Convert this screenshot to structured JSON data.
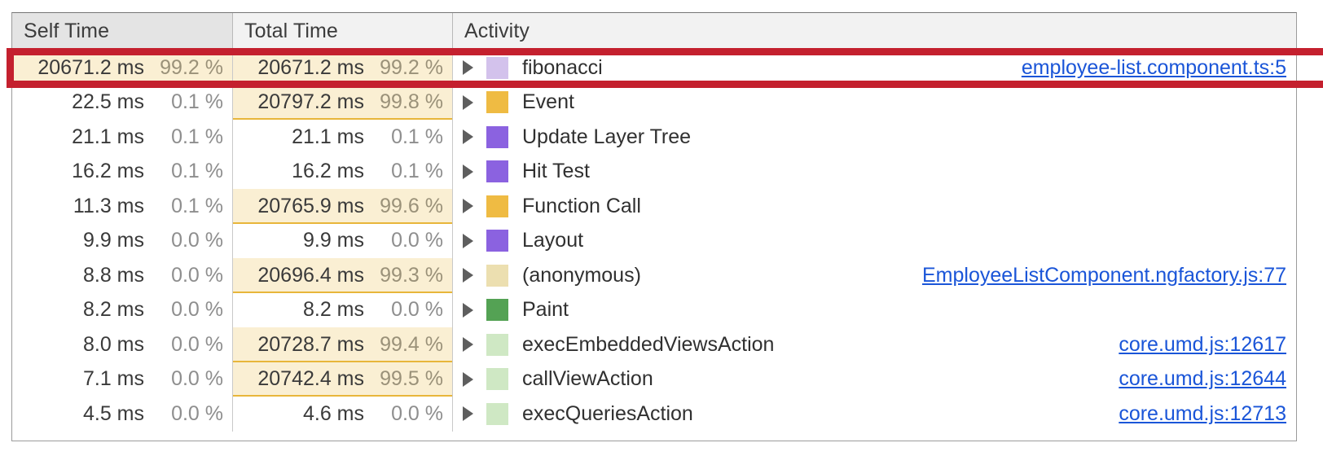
{
  "panel": {
    "name": "performance-bottom-up-table",
    "link_color": "#1a55d8",
    "highlight_color": "#c4202e",
    "bar_color": "#faefd3",
    "bar_border_color": "#e8b63a"
  },
  "columns": [
    {
      "key": "self_time",
      "label": "Self Time"
    },
    {
      "key": "total_time",
      "label": "Total Time"
    },
    {
      "key": "activity",
      "label": "Activity"
    }
  ],
  "rows": [
    {
      "self_ms": "20671.2 ms",
      "self_pct": "99.2 %",
      "self_bar": 100,
      "total_ms": "20671.2 ms",
      "total_pct": "99.2 %",
      "total_bar": 100,
      "total_bar_border": false,
      "activity": "fibonacci",
      "swatch": "#d3c2ec",
      "swatch_name": "swatch-scripting-light-purple",
      "source": "employee-list.component.ts:5",
      "highlighted": true
    },
    {
      "self_ms": "22.5 ms",
      "self_pct": "0.1 %",
      "self_bar": 0,
      "total_ms": "20797.2 ms",
      "total_pct": "99.8 %",
      "total_bar": 100,
      "total_bar_border": true,
      "activity": "Event",
      "swatch": "#efbb43",
      "swatch_name": "swatch-scripting-yellow",
      "source": "",
      "highlighted": false
    },
    {
      "self_ms": "21.1 ms",
      "self_pct": "0.1 %",
      "self_bar": 0,
      "total_ms": "21.1 ms",
      "total_pct": "0.1 %",
      "total_bar": 0,
      "total_bar_border": false,
      "activity": "Update Layer Tree",
      "swatch": "#8b62e0",
      "swatch_name": "swatch-rendering-purple",
      "source": "",
      "highlighted": false
    },
    {
      "self_ms": "16.2 ms",
      "self_pct": "0.1 %",
      "self_bar": 0,
      "total_ms": "16.2 ms",
      "total_pct": "0.1 %",
      "total_bar": 0,
      "total_bar_border": false,
      "activity": "Hit Test",
      "swatch": "#8b62e0",
      "swatch_name": "swatch-rendering-purple",
      "source": "",
      "highlighted": false
    },
    {
      "self_ms": "11.3 ms",
      "self_pct": "0.1 %",
      "self_bar": 0,
      "total_ms": "20765.9 ms",
      "total_pct": "99.6 %",
      "total_bar": 100,
      "total_bar_border": true,
      "activity": "Function Call",
      "swatch": "#efbb43",
      "swatch_name": "swatch-scripting-yellow",
      "source": "",
      "highlighted": false
    },
    {
      "self_ms": "9.9 ms",
      "self_pct": "0.0 %",
      "self_bar": 0,
      "total_ms": "9.9 ms",
      "total_pct": "0.0 %",
      "total_bar": 0,
      "total_bar_border": false,
      "activity": "Layout",
      "swatch": "#8b62e0",
      "swatch_name": "swatch-rendering-purple",
      "source": "",
      "highlighted": false
    },
    {
      "self_ms": "8.8 ms",
      "self_pct": "0.0 %",
      "self_bar": 0,
      "total_ms": "20696.4 ms",
      "total_pct": "99.3 %",
      "total_bar": 100,
      "total_bar_border": true,
      "activity": "(anonymous)",
      "swatch": "#ecdfb0",
      "swatch_name": "swatch-scripting-pale-yellow",
      "source": "EmployeeListComponent.ngfactory.js:77",
      "highlighted": false
    },
    {
      "self_ms": "8.2 ms",
      "self_pct": "0.0 %",
      "self_bar": 0,
      "total_ms": "8.2 ms",
      "total_pct": "0.0 %",
      "total_bar": 0,
      "total_bar_border": false,
      "activity": "Paint",
      "swatch": "#54a254",
      "swatch_name": "swatch-painting-green",
      "source": "",
      "highlighted": false
    },
    {
      "self_ms": "8.0 ms",
      "self_pct": "0.0 %",
      "self_bar": 0,
      "total_ms": "20728.7 ms",
      "total_pct": "99.4 %",
      "total_bar": 100,
      "total_bar_border": true,
      "activity": "execEmbeddedViewsAction",
      "swatch": "#cfe8c4",
      "swatch_name": "swatch-scripting-pale-green",
      "source": "core.umd.js:12617",
      "highlighted": false
    },
    {
      "self_ms": "7.1 ms",
      "self_pct": "0.0 %",
      "self_bar": 0,
      "total_ms": "20742.4 ms",
      "total_pct": "99.5 %",
      "total_bar": 100,
      "total_bar_border": true,
      "activity": "callViewAction",
      "swatch": "#cfe8c4",
      "swatch_name": "swatch-scripting-pale-green",
      "source": "core.umd.js:12644",
      "highlighted": false
    },
    {
      "self_ms": "4.5 ms",
      "self_pct": "0.0 %",
      "self_bar": 0,
      "total_ms": "4.6 ms",
      "total_pct": "0.0 %",
      "total_bar": 0,
      "total_bar_border": false,
      "activity": "execQueriesAction",
      "swatch": "#cfe8c4",
      "swatch_name": "swatch-scripting-pale-green",
      "source": "core.umd.js:12713",
      "highlighted": false
    }
  ]
}
